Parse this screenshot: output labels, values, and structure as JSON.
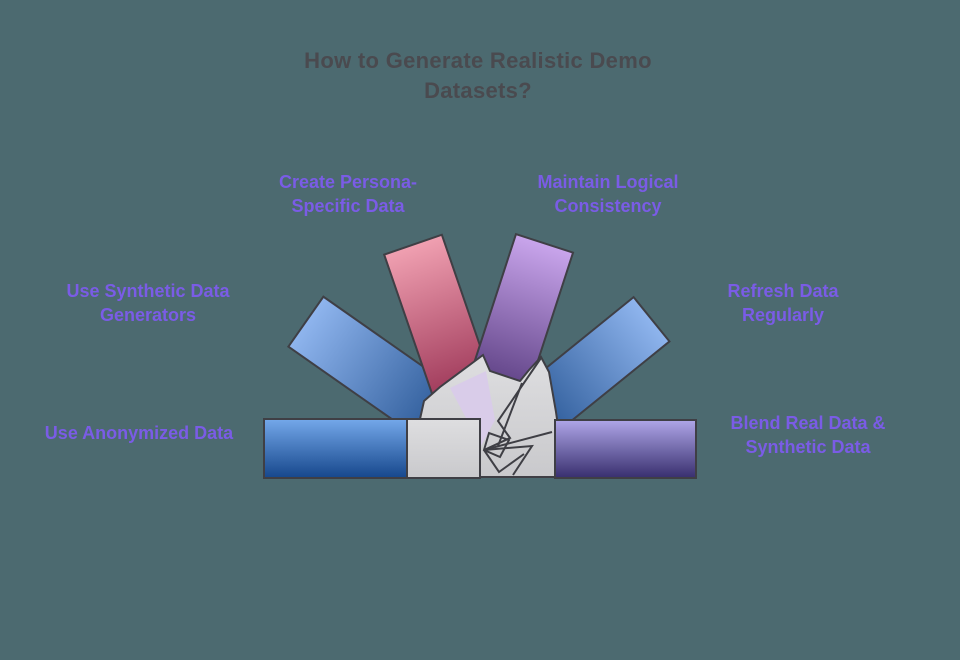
{
  "title": {
    "full": "How to Generate Realistic Demo Datasets?",
    "lines": [
      "How to Generate Realistic Demo",
      "Datasets?"
    ]
  },
  "spokes": [
    {
      "id": "use-anonymized-data",
      "label": "Use Anonymized Data",
      "lines": [
        "Use Anonymized Data"
      ]
    },
    {
      "id": "use-synthetic-data-generators",
      "label": "Use Synthetic Data Generators",
      "lines": [
        "Use Synthetic Data",
        "Generators"
      ]
    },
    {
      "id": "create-persona-specific-data",
      "label": "Create Persona-Specific Data",
      "lines": [
        "Create Persona-",
        "Specific Data"
      ]
    },
    {
      "id": "maintain-logical-consistency",
      "label": "Maintain Logical Consistency",
      "lines": [
        "Maintain Logical",
        "Consistency"
      ]
    },
    {
      "id": "refresh-data-regularly",
      "label": "Refresh Data Regularly",
      "lines": [
        "Refresh Data",
        "Regularly"
      ]
    },
    {
      "id": "blend-real-data-synthetic-data",
      "label": "Blend Real Data & Synthetic Data",
      "lines": [
        "Blend Real Data &",
        "Synthetic Data"
      ]
    }
  ],
  "colors": {
    "background": "#4C6A70",
    "title_text": "#4A4A4F",
    "label_text": "#7A5CE6",
    "stroke": "#3F3F45",
    "blue_light": "#8FB5EE",
    "blue_dark": "#10407F",
    "blueh_light": "#74A8EA",
    "blueh_dark": "#16478C",
    "red_light": "#F0A0B1",
    "red_dark": "#7E1037",
    "purple_light": "#C9A5EC",
    "purple_dark": "#32185A",
    "violet_light": "#AFA6E8",
    "violet_dark": "#382F6E",
    "gray_light": "#DEDEE0",
    "gray_dark": "#C9C9CC",
    "lavender": "#D9CCE9"
  }
}
